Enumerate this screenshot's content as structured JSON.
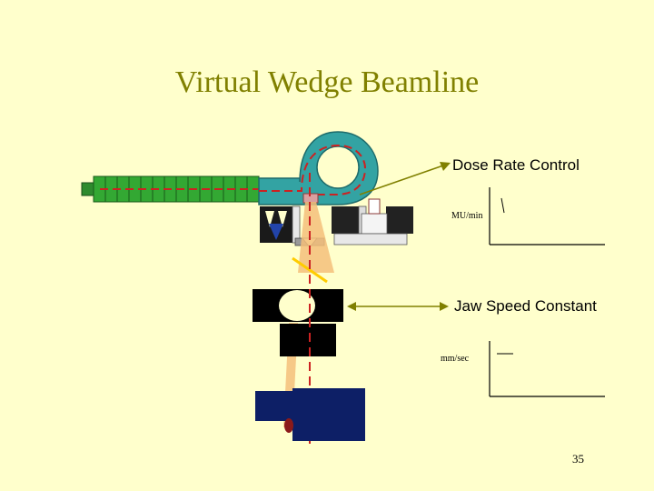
{
  "slide": {
    "title": "Virtual Wedge Beamline",
    "page_number": "35"
  },
  "labels": {
    "dose_rate": "Dose Rate Control",
    "jaw_speed": "Jaw Speed Constant"
  },
  "graphs": {
    "dose_rate_unit": "MU/min",
    "jaw_speed_unit": "mm/sec"
  },
  "colors": {
    "title": "#808000",
    "background": "#ffffcc",
    "accelerator": "#339933",
    "bending_magnet": "#33a3a3",
    "beam_path": "#cc2222",
    "beam_fan": "#f5c07a",
    "arrow": "#808000",
    "jaw": "#000000",
    "patient_block": "#0d1f66"
  }
}
